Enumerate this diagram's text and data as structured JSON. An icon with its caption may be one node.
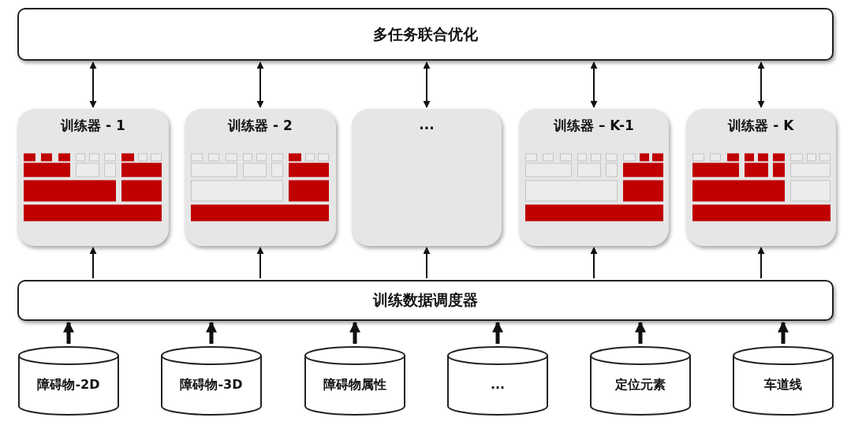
{
  "diagram": {
    "nodes": [
      {
        "text": [
          "多任务联合优化"
        ]
      },
      {
        "text": [
          "训练器 - 1"
        ]
      },
      {
        "text": [
          "训练器 - 2"
        ]
      },
      {
        "text": [
          "..."
        ]
      },
      {
        "text": [
          "训练器 – K-1"
        ]
      },
      {
        "text": [
          "训练器 - K"
        ]
      },
      {
        "text": [
          "训练数据调度器"
        ]
      },
      {
        "text": [
          "障碍物-2D"
        ]
      },
      {
        "text": [
          "障碍物-3D"
        ]
      },
      {
        "text": [
          "障碍物属性"
        ]
      },
      {
        "text": [
          "..."
        ]
      },
      {
        "text": [
          "定位元素"
        ]
      },
      {
        "text": [
          "车道线"
        ]
      }
    ],
    "edges": [
      {
        "from": 0,
        "to": 1,
        "arrow": "both"
      },
      {
        "from": 0,
        "to": 2,
        "arrow": "both"
      },
      {
        "from": 0,
        "to": 3,
        "arrow": "both"
      },
      {
        "from": 0,
        "to": 4,
        "arrow": "both"
      },
      {
        "from": 0,
        "to": 5,
        "arrow": "both"
      },
      {
        "from": 6,
        "to": 1,
        "arrow": "to"
      },
      {
        "from": 6,
        "to": 2,
        "arrow": "to"
      },
      {
        "from": 6,
        "to": 3,
        "arrow": "to"
      },
      {
        "from": 6,
        "to": 4,
        "arrow": "to"
      },
      {
        "from": 6,
        "to": 5,
        "arrow": "to"
      },
      {
        "from": 7,
        "to": 6,
        "arrow": "to",
        "style": "thick"
      },
      {
        "from": 8,
        "to": 6,
        "arrow": "to",
        "style": "thick"
      },
      {
        "from": 9,
        "to": 6,
        "arrow": "to",
        "style": "thick"
      },
      {
        "from": 10,
        "to": 6,
        "arrow": "to",
        "style": "thick"
      },
      {
        "from": 11,
        "to": 6,
        "arrow": "to",
        "style": "thick"
      },
      {
        "from": 12,
        "to": 6,
        "arrow": "to",
        "style": "thick"
      }
    ]
  }
}
